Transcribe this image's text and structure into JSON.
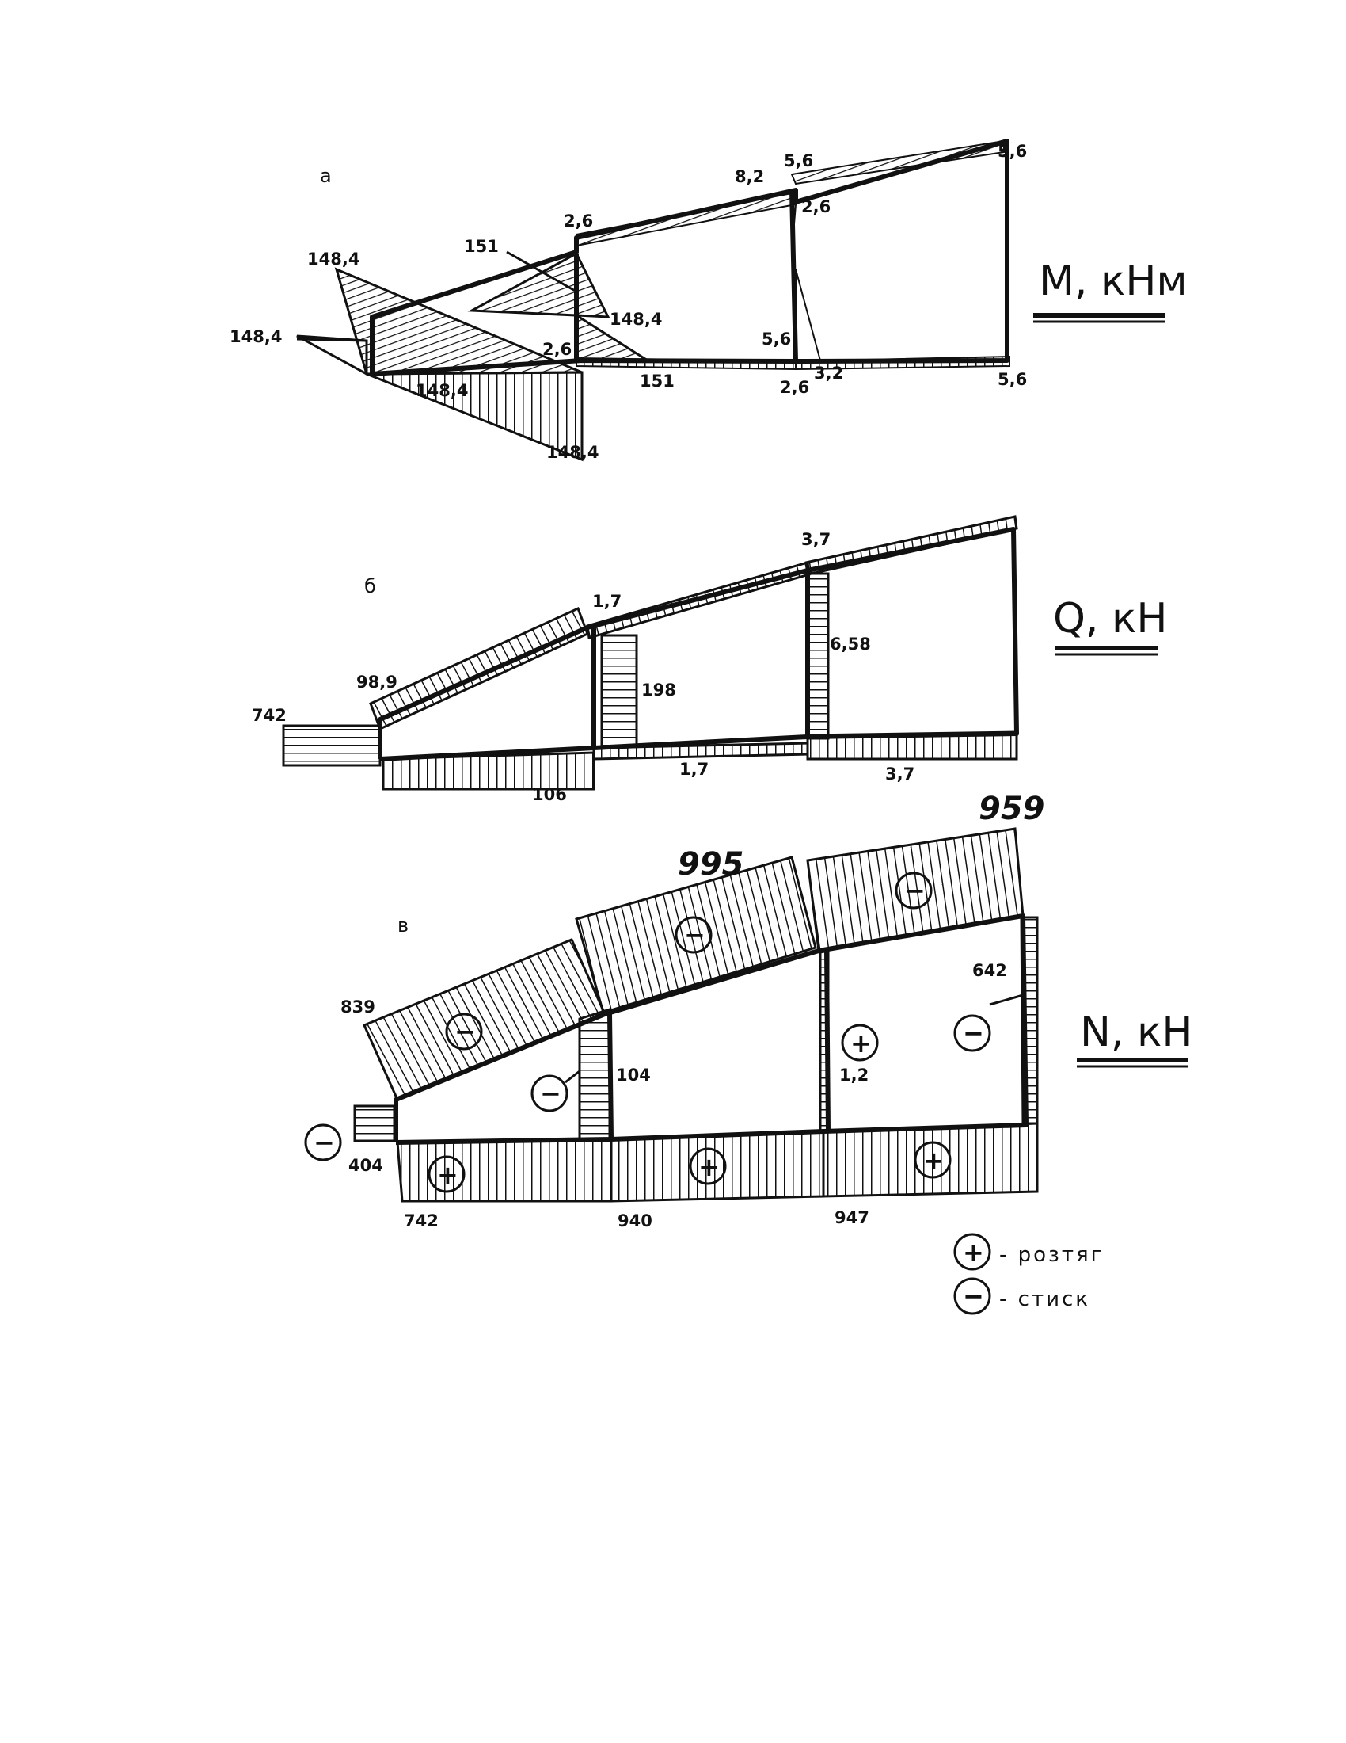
{
  "sections": {
    "a": {
      "letter": "а",
      "title": "M, кНм",
      "labels": [
        "148,4",
        "148,4",
        "148,4",
        "148,4",
        "151",
        "151",
        "148,4",
        "2,6",
        "2,6",
        "8,2",
        "5,6",
        "2,6",
        "5,6",
        "2,6",
        "3,2",
        "5,6",
        "5,6"
      ]
    },
    "b": {
      "letter": "б",
      "title": "Q, кН",
      "labels": [
        "742",
        "98,9",
        "1,7",
        "3,7",
        "198",
        "6,58",
        "106",
        "1,7",
        "3,7"
      ]
    },
    "c": {
      "letter": "в",
      "title": "N, кН",
      "labels": [
        "839",
        "995",
        "959",
        "104",
        "642",
        "1,2",
        "404",
        "742",
        "940",
        "947"
      ]
    }
  },
  "legend": {
    "plus_symbol": "+",
    "plus_text": "- розтяг",
    "minus_symbol": "−",
    "minus_text": "- стиск"
  },
  "signs": {
    "minus": "−",
    "plus": "+"
  }
}
